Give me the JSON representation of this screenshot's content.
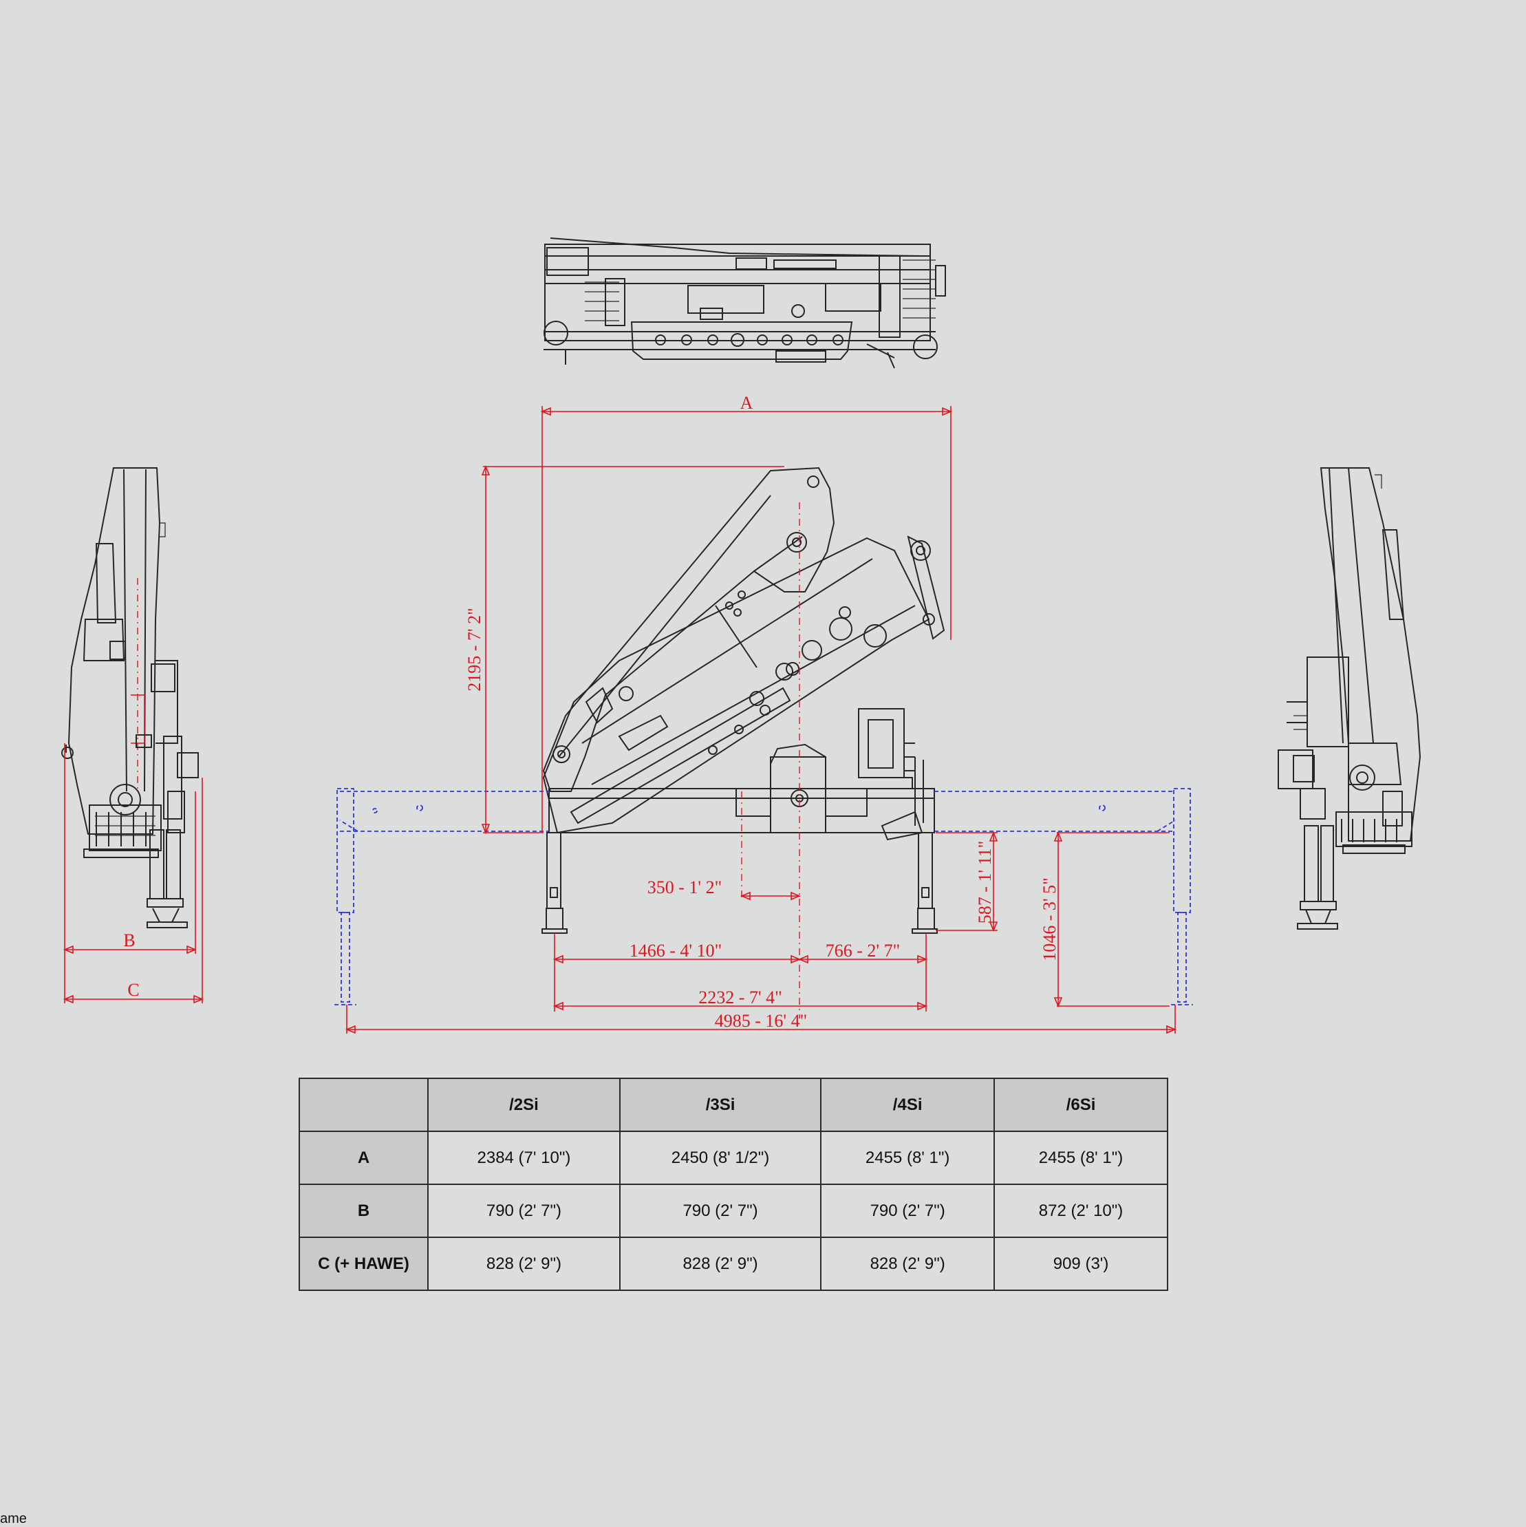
{
  "dimensions": {
    "A": "A",
    "B": "B",
    "C": "C",
    "height": "2195 - 7' 2\"",
    "d350": "350 - 1' 2\"",
    "d1466": "1466 - 4' 10\"",
    "d766": "766 - 2' 7\"",
    "d2232": "2232 - 7' 4\"",
    "d4985": "4985 - 16' 4\"",
    "d587": "587 - 1' 11\"",
    "d1046": "1046 - 3' 5\""
  },
  "table": {
    "columns": [
      "/2Si",
      "/3Si",
      "/4Si",
      "/6Si"
    ],
    "rows": [
      {
        "label": "A",
        "values": [
          "2384 (7' 10\")",
          "2450 (8' 1/2\")",
          "2455 (8' 1\")",
          "2455 (8' 1\")"
        ]
      },
      {
        "label": "B",
        "values": [
          "790 (2' 7\")",
          "790 (2' 7\")",
          "790 (2' 7\")",
          "872 (2' 10\")"
        ]
      },
      {
        "label": "C (+ HAWE)",
        "values": [
          "828 (2' 9\")",
          "828 (2' 9\")",
          "828 (2' 9\")",
          "909 (3')"
        ]
      }
    ]
  },
  "footer_fragment": "ame",
  "colors": {
    "dimension": "#e0141d",
    "outline": "#262626",
    "extension": "#2a35d6",
    "background": "#dcdedd",
    "header": "#c9cbcb"
  }
}
